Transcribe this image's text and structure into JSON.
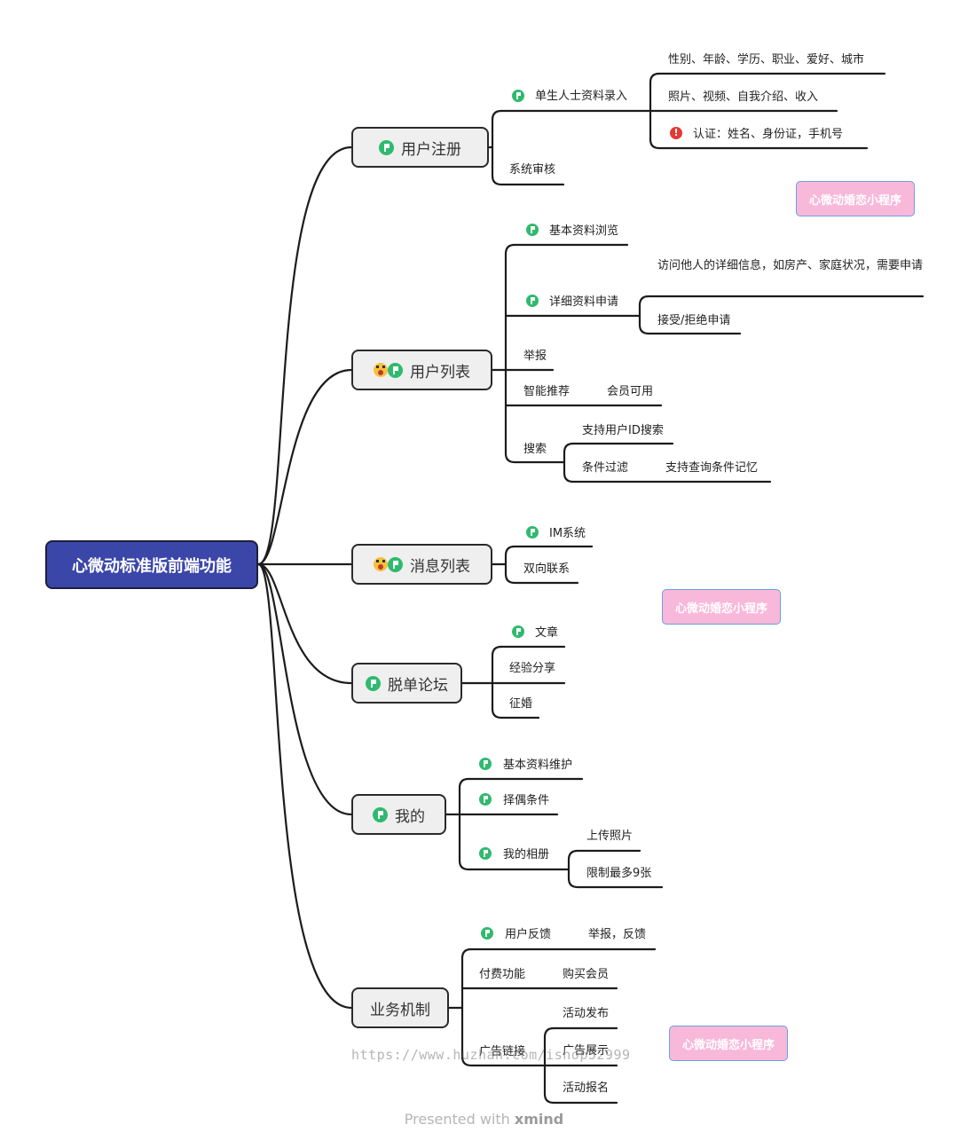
{
  "root": "心微动标准版前端功能",
  "branches": {
    "register": "用户注册",
    "list": "用户列表",
    "message": "消息列表",
    "forum": "脱单论坛",
    "mine": "我的",
    "business": "业务机制"
  },
  "register": {
    "single_entry": "单生人士资料录入",
    "entry_items": [
      "性别、年龄、学历、职业、爱好、城市",
      "照片、视频、自我介绍、收入",
      "认证：姓名、身份证，手机号"
    ],
    "review": "系统审核"
  },
  "list": {
    "basic_browse": "基本资料浏览",
    "detail_apply": "详细资料申请",
    "detail_items": [
      "访问他人的详细信息，如房产、家庭状况，需要申请",
      "接受/拒绝申请"
    ],
    "report": "举报",
    "smart_recommend": "智能推荐",
    "member_only": "会员可用",
    "search": "搜索",
    "search_id": "支持用户ID搜索",
    "filter": "条件过滤",
    "filter_memory": "支持查询条件记忆"
  },
  "message": {
    "im": "IM系统",
    "two_way": "双向联系"
  },
  "forum": {
    "article": "文章",
    "experience": "经验分享",
    "marriage": "征婚"
  },
  "mine": {
    "basic_maint": "基本资料维护",
    "mate_criteria": "择偶条件",
    "album": "我的相册",
    "upload": "上传照片",
    "limit": "限制最多9张"
  },
  "business": {
    "feedback": "用户反馈",
    "feedback_detail": "举报，反馈",
    "paid": "付费功能",
    "buy_member": "购买会员",
    "ad_link": "广告链接",
    "ad_items": [
      "活动发布",
      "广告展示",
      "活动报名"
    ]
  },
  "labels": {
    "mini_program": "心微动婚恋小程序"
  },
  "watermark": "https://www.huzhan.com/ishop52999",
  "footer": {
    "prefix": "Presented with",
    "brand": "xmind"
  },
  "colors": {
    "root_fill": "#3a46a8",
    "flag_green": "#2fba6e",
    "alert_red": "#e53935",
    "pink_label": "#f8b8da"
  }
}
